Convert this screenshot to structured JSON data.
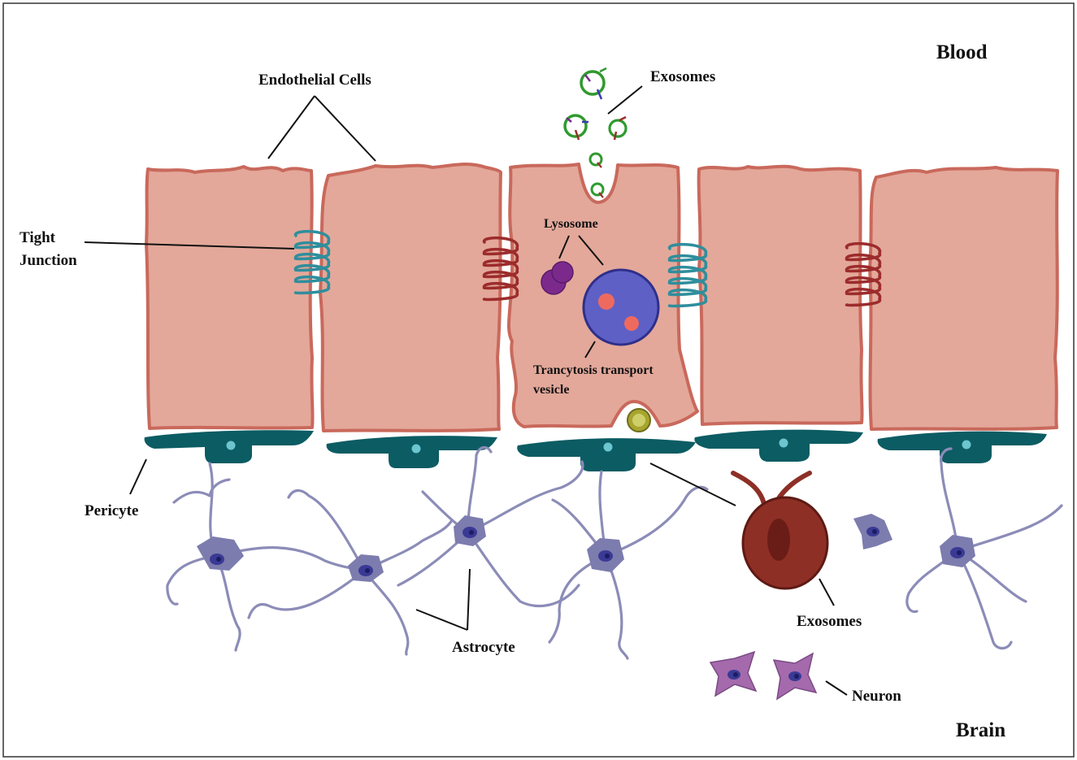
{
  "labels": {
    "blood": "Blood",
    "brain": "Brain",
    "endothelial_cells": "Endothelial Cells",
    "exosomes_top": "Exosomes",
    "tight_junction_line1": "Tight",
    "tight_junction_line2": "Junction",
    "lysosome": "Lysosome",
    "transcytosis_line1": "Trancytosis transport",
    "transcytosis_line2": "vesicle",
    "pericyte": "Pericyte",
    "astrocyte": "Astrocyte",
    "exosomes_bottom": "Exosomes",
    "neuron": "Neuron"
  },
  "colors": {
    "endothelial_fill": "#e3a89a",
    "endothelial_outline": "#c9695c",
    "tight_junction_teal": "#2f8e9c",
    "tight_junction_red": "#9c2c2c",
    "pericyte": "#0c5c63",
    "pericyte_nucleus": "#6cc5cf",
    "astrocyte": "#8c8cb8",
    "lysosome": "#7b2a8c",
    "transport_vesicle": "#5e60c6",
    "vesicle_cargo": "#ef6a5e",
    "exosome_large": "#8e2f26",
    "exosome_ring": "#2f9a2f",
    "neuron": "#a46aac",
    "yellow_vesicle": "#a7a52f"
  }
}
